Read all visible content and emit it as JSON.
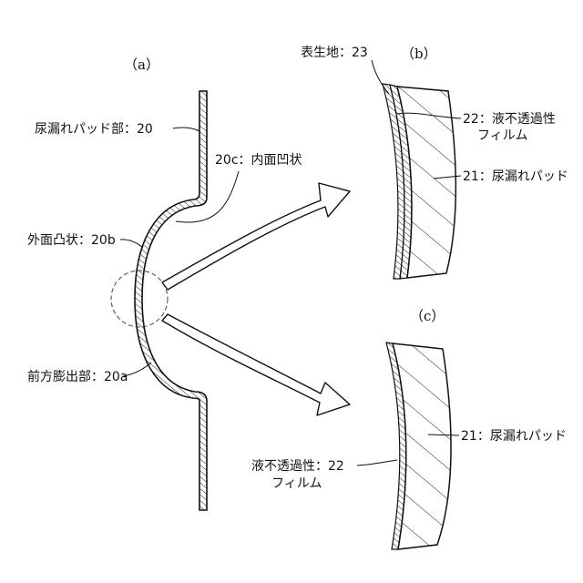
{
  "figure": {
    "panel_a_label": "（a）",
    "panel_b_label": "（b）",
    "panel_c_label": "（c）",
    "labels": {
      "pad_20": "尿漏れパッド部：20",
      "inner_concave_20c": "20c：内面凹状",
      "outer_convex_20b": "外面凸状：20b",
      "front_bulge_20a": "前方膨出部：20a",
      "surface_23": "表生地：23",
      "film_22_b_line1": "22：液不透過性",
      "film_22_b_line2": "フィルム",
      "pad_21_b": "21：尿漏れパッド",
      "film_22_c_line1": "液不透過性：22",
      "film_22_c_line2": "フィルム",
      "pad_21_c": "21：尿漏れパッド"
    }
  }
}
